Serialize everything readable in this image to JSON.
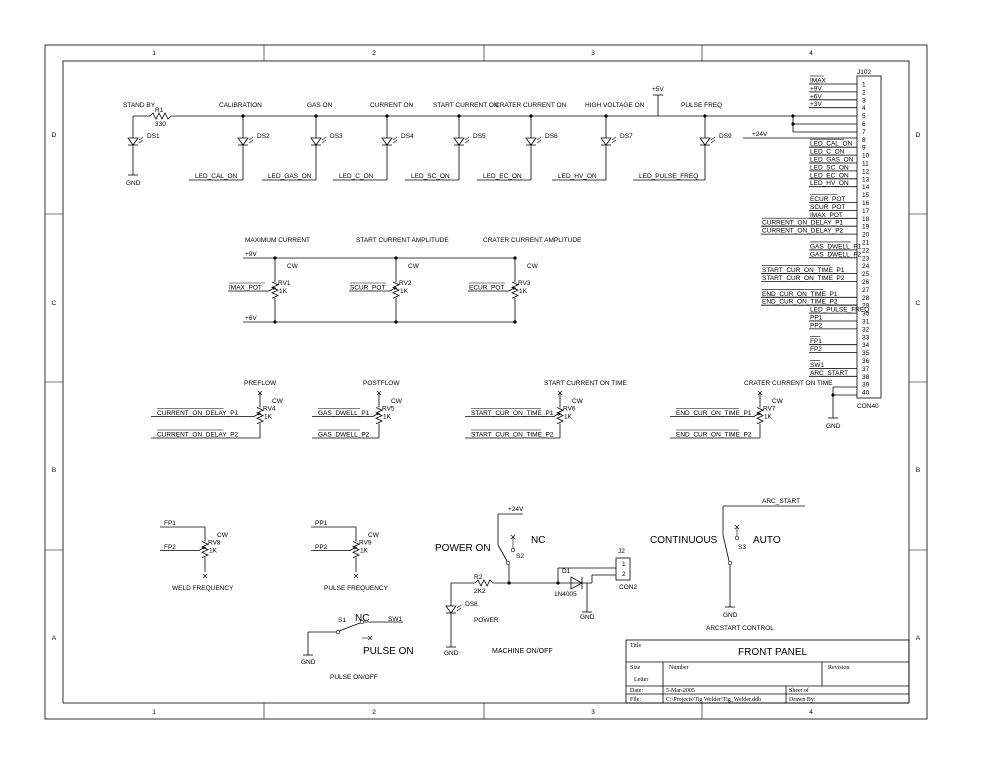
{
  "frame": {
    "columns": [
      "1",
      "2",
      "3",
      "4"
    ],
    "rows": [
      "D",
      "C",
      "B",
      "A"
    ]
  },
  "top_row": {
    "r1": {
      "ref": "R1",
      "value": "330"
    },
    "supply_5v": "+5V",
    "supply_24v": "+24V",
    "gnd": "GND",
    "sections": [
      "STAND BY",
      "CALIBRATION",
      "GAS ON",
      "CURRENT ON",
      "START CURRENT ON",
      "CRATER CURRENT ON",
      "HIGH VOLTAGE ON",
      "PULSE FREQ"
    ],
    "leds": [
      {
        "ref": "DS1",
        "net": ""
      },
      {
        "ref": "DS2",
        "net": "LED_CAL_ON"
      },
      {
        "ref": "DS3",
        "net": "LED_GAS_ON"
      },
      {
        "ref": "DS4",
        "net": "LED_C_ON"
      },
      {
        "ref": "DS5",
        "net": "LED_SC_ON"
      },
      {
        "ref": "DS6",
        "net": "LED_EC_ON"
      },
      {
        "ref": "DS7",
        "net": "LED_HV_ON"
      },
      {
        "ref": "DS9",
        "net": "LED_PULSE_FREQ"
      }
    ]
  },
  "connector": {
    "ref": "J102",
    "part": "CON40",
    "gnd": "GND",
    "pins": [
      {
        "n": "1",
        "net": "IMAX"
      },
      {
        "n": "2",
        "net": "+9V"
      },
      {
        "n": "3",
        "net": "+6V"
      },
      {
        "n": "4",
        "net": "+3V"
      },
      {
        "n": "5",
        "net": ""
      },
      {
        "n": "6",
        "net": ""
      },
      {
        "n": "7",
        "net": ""
      },
      {
        "n": "8",
        "net": ""
      },
      {
        "n": "9",
        "net": "LED_CAL_ON"
      },
      {
        "n": "10",
        "net": "LED_C_ON"
      },
      {
        "n": "11",
        "net": "LED_GAS_ON"
      },
      {
        "n": "12",
        "net": "LED_SC_ON"
      },
      {
        "n": "13",
        "net": "LED_EC_ON"
      },
      {
        "n": "14",
        "net": "LED_HV_ON"
      },
      {
        "n": "15",
        "net": ""
      },
      {
        "n": "16",
        "net": "ECUR_POT"
      },
      {
        "n": "17",
        "net": "SCUR_POT"
      },
      {
        "n": "18",
        "net": "IMAX_POT"
      },
      {
        "n": "19",
        "net": "CURRENT_ON_DELAY_P1"
      },
      {
        "n": "20",
        "net": "CURRENT_ON_DELAY_P2"
      },
      {
        "n": "21",
        "net": ""
      },
      {
        "n": "22",
        "net": "GAS_DWELL_P1"
      },
      {
        "n": "23",
        "net": "GAS_DWELL_P2"
      },
      {
        "n": "24",
        "net": ""
      },
      {
        "n": "25",
        "net": "START_CUR_ON_TIME_P1"
      },
      {
        "n": "26",
        "net": "START_CUR_ON_TIME_P2"
      },
      {
        "n": "27",
        "net": ""
      },
      {
        "n": "28",
        "net": "END_CUR_ON_TIME_P1"
      },
      {
        "n": "29",
        "net": "END_CUR_ON_TIME_P2"
      },
      {
        "n": "30",
        "net": "LED_PULSE_FREQ"
      },
      {
        "n": "31",
        "net": "PP1"
      },
      {
        "n": "32",
        "net": "PP2"
      },
      {
        "n": "33",
        "net": ""
      },
      {
        "n": "34",
        "net": "FP1"
      },
      {
        "n": "35",
        "net": "FP2"
      },
      {
        "n": "36",
        "net": ""
      },
      {
        "n": "37",
        "net": "SW1"
      },
      {
        "n": "38",
        "net": "ARC_START"
      },
      {
        "n": "39",
        "net": ""
      },
      {
        "n": "40",
        "net": ""
      }
    ]
  },
  "amplitude_pots": {
    "titles": [
      "MAXIMUM CURRENT",
      "START CURRENT AMPLITUDE",
      "CRATER CURRENT AMPLITUDE"
    ],
    "rail_top": "+9V",
    "rail_bottom": "+6V",
    "cw": "CW",
    "pots": [
      {
        "ref": "RV1",
        "value": "1K",
        "net": "IMAX_POT"
      },
      {
        "ref": "RV2",
        "value": "1K",
        "net": "SCUR_POT"
      },
      {
        "ref": "RV3",
        "value": "1K",
        "net": "ECUR_POT"
      }
    ]
  },
  "timing_pots": {
    "cw": "CW",
    "pots": [
      {
        "title": "PREFLOW",
        "ref": "RV4",
        "value": "1K",
        "p1": "CURRENT_ON_DELAY_P1",
        "p2": "CURRENT_ON_DELAY_P2"
      },
      {
        "title": "POSTFLOW",
        "ref": "RV5",
        "value": "1K",
        "p1": "GAS_DWELL_P1",
        "p2": "GAS_DWELL_P2"
      },
      {
        "title": "START CURRENT ON TIME",
        "ref": "RV6",
        "value": "1K",
        "p1": "START_CUR_ON_TIME_P1",
        "p2": "START_CUR_ON_TIME_P2"
      },
      {
        "title": "CRATER CURRENT ON TIME",
        "ref": "RV7",
        "value": "1K",
        "p1": "END_CUR_ON_TIME_P1",
        "p2": "END_CUR_ON_TIME_P2"
      }
    ]
  },
  "freq_pots": {
    "cw": "CW",
    "pots": [
      {
        "title": "WELD FREQUENCY",
        "ref": "RV8",
        "value": "1K",
        "p1": "FP1",
        "p2": "FP2"
      },
      {
        "title": "PULSE FREQUENCY",
        "ref": "RV9",
        "value": "1K",
        "p1": "PP1",
        "p2": "PP2"
      }
    ]
  },
  "pulse_switch": {
    "ref": "S1",
    "nc": "NC",
    "pos": "PULSE ON",
    "net": "SW1",
    "gnd": "GND",
    "title": "PULSE ON/OFF"
  },
  "power_block": {
    "supply": "+24V",
    "switch_ref": "S2",
    "power_on": "POWER ON",
    "nc": "NC",
    "r2": {
      "ref": "R2",
      "value": "2K2"
    },
    "d1": {
      "ref": "D1",
      "part": "1N4005"
    },
    "j2": {
      "ref": "J2",
      "part": "CON2",
      "pins": [
        "1",
        "2"
      ]
    },
    "led": {
      "ref": "DS8",
      "label": "POWER"
    },
    "gnd": "GND",
    "title": "MACHINE ON/OFF"
  },
  "arc_block": {
    "net": "ARC_START",
    "switch_ref": "S3",
    "continuous": "CONTINUOUS",
    "auto": "AUTO",
    "gnd": "GND",
    "title": "ARCSTART CONTROL"
  },
  "title_block": {
    "title_label": "Title",
    "title": "FRONT PANEL",
    "size_label": "Size",
    "size": "Letter",
    "number_label": "Number",
    "revision_label": "Revision",
    "date_label": "Date:",
    "date": "5-Mar-2005",
    "file_label": "File:",
    "file": "C:\\Projects\\Tig Welder\\Tig_Welder.ddb",
    "sheet": "Sheet   of",
    "drawn": "Drawn By:"
  }
}
